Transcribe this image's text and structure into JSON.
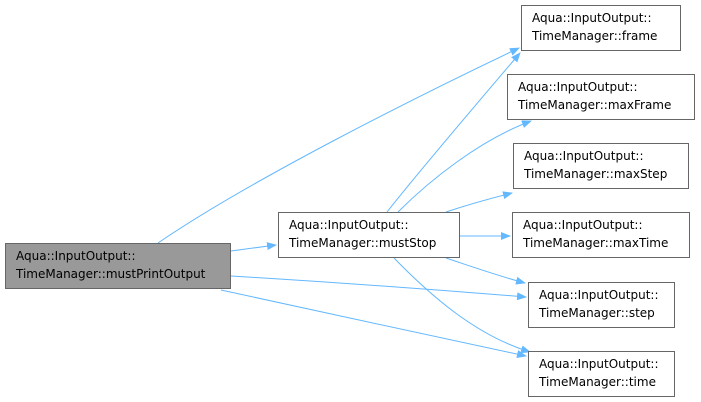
{
  "diagram": {
    "edge_color": "#63b8ff",
    "root_fill": "#999999",
    "nodes": {
      "root": {
        "line1": "Aqua::InputOutput::",
        "line2": "TimeManager::mustPrintOutput"
      },
      "muststop": {
        "line1": "Aqua::InputOutput::",
        "line2": "TimeManager::mustStop"
      },
      "frame": {
        "line1": "Aqua::InputOutput::",
        "line2": "TimeManager::frame"
      },
      "maxframe": {
        "line1": "Aqua::InputOutput::",
        "line2": "TimeManager::maxFrame"
      },
      "maxstep": {
        "line1": "Aqua::InputOutput::",
        "line2": "TimeManager::maxStep"
      },
      "maxtime": {
        "line1": "Aqua::InputOutput::",
        "line2": "TimeManager::maxTime"
      },
      "step": {
        "line1": "Aqua::InputOutput::",
        "line2": "TimeManager::step"
      },
      "time": {
        "line1": "Aqua::InputOutput::",
        "line2": "TimeManager::time"
      }
    },
    "edges": [
      {
        "from": "root",
        "to": "frame"
      },
      {
        "from": "root",
        "to": "muststop"
      },
      {
        "from": "root",
        "to": "step"
      },
      {
        "from": "root",
        "to": "time"
      },
      {
        "from": "muststop",
        "to": "frame"
      },
      {
        "from": "muststop",
        "to": "maxframe"
      },
      {
        "from": "muststop",
        "to": "maxstep"
      },
      {
        "from": "muststop",
        "to": "maxtime"
      },
      {
        "from": "muststop",
        "to": "step"
      },
      {
        "from": "muststop",
        "to": "time"
      }
    ]
  }
}
